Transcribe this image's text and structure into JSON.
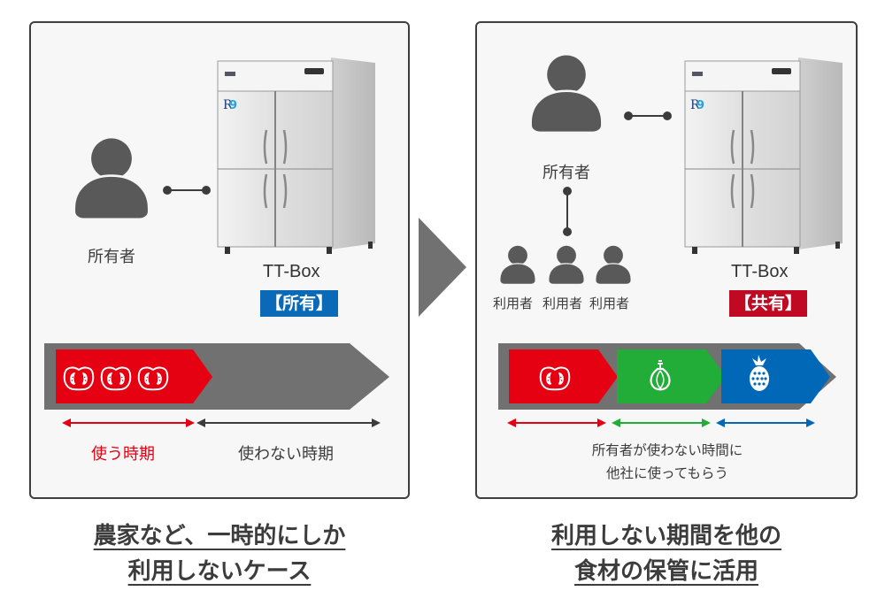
{
  "left_panel": {
    "owner_label": "所有者",
    "box_name": "TT-Box",
    "badge": "【所有】",
    "badge_color": "#0a6ab7",
    "timeline": {
      "segments": [
        {
          "produce": "tomato",
          "count": 3,
          "color": "#e50012"
        }
      ],
      "used_label": "使う時期",
      "unused_label": "使わない時期",
      "used_color": "#e50012",
      "unused_color": "#3c3c3c"
    }
  },
  "right_panel": {
    "owner_label": "所有者",
    "users": [
      "利用者",
      "利用者",
      "利用者"
    ],
    "box_name": "TT-Box",
    "badge": "【共有】",
    "badge_color": "#c00a23",
    "timeline": {
      "segments": [
        {
          "produce": "tomato",
          "color": "#e50012"
        },
        {
          "produce": "onion",
          "color": "#22ac38"
        },
        {
          "produce": "pineapple",
          "color": "#0068b7"
        }
      ],
      "caption_line1": "所有者が使わない時間に",
      "caption_line2": "他社に使ってもらう"
    }
  },
  "headings": {
    "left_line1": "農家など、一時的にしか",
    "left_line2": "利用しないケース",
    "right_line1": "利用しない期間を他の",
    "right_line2": "食材の保管に活用"
  },
  "colors": {
    "icon_gray": "#595959",
    "timeline_gray": "#727171",
    "panel_bg": "#f7f7f7"
  }
}
